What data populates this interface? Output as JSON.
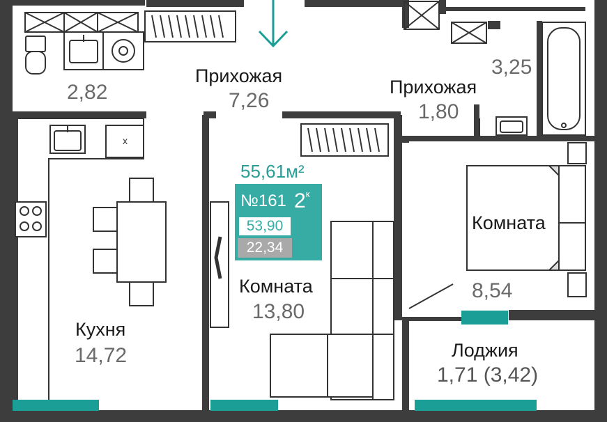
{
  "apartment": {
    "total_area": "55,61м²",
    "number": "№161",
    "rooms_count": "2",
    "rooms_suffix": "к",
    "living_area": "53,90",
    "kitchen_area": "22,34"
  },
  "rooms": {
    "bathroom_small": {
      "area": "2,82"
    },
    "hall_main": {
      "name": "Прихожая",
      "area": "7,26"
    },
    "hall_small": {
      "name": "Прихожая",
      "area": "1,80"
    },
    "bathroom_large": {
      "area": "3,25"
    },
    "kitchen": {
      "name": "Кухня",
      "area": "14,72"
    },
    "room_middle": {
      "name": "Комната",
      "area": "13,80"
    },
    "room_right": {
      "name": "Комната",
      "area": "8,54"
    },
    "loggia": {
      "name": "Лоджия",
      "area": "1,71 (3,42)"
    }
  },
  "icons": {
    "entrance": "arrow-down-icon",
    "stove": "stove-icon",
    "sink": "sink-icon",
    "washer": "washing-machine-icon",
    "toilet": "toilet-icon",
    "bathtub": "bathtub-icon",
    "bed": "bed-icon",
    "table": "dining-table-icon",
    "sofa": "sofa-icon",
    "wardrobe": "wardrobe-icon",
    "fridge_mark": "x-mark"
  },
  "colors": {
    "wall": "#3d3d3d",
    "accent": "#37aca4",
    "window": "#1a9e96",
    "text": "#1a1a1a",
    "area_text": "#6a6a6a",
    "badge_gray": "#a9a9a9"
  }
}
